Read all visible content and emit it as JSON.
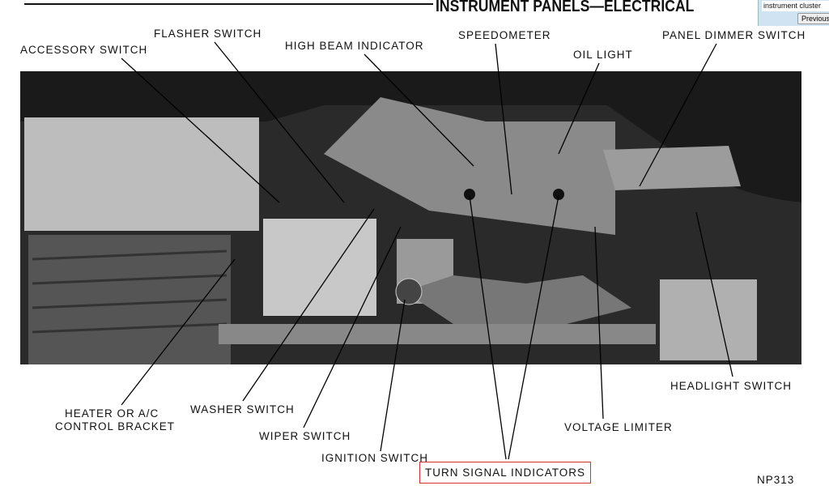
{
  "header": {
    "title": "INSTRUMENT PANELS—ELECTRICAL"
  },
  "find_bar": {
    "query": "instrument cluster",
    "previous_label": "Previous"
  },
  "labels": {
    "accessory_switch": "ACCESSORY SWITCH",
    "flasher_switch": "FLASHER SWITCH",
    "high_beam_indicator": "HIGH BEAM INDICATOR",
    "speedometer": "SPEEDOMETER",
    "oil_light": "OIL LIGHT",
    "panel_dimmer_switch": "PANEL DIMMER SWITCH",
    "headlight_switch": "HEADLIGHT SWITCH",
    "voltage_limiter": "VOLTAGE LIMITER",
    "turn_signal_indicators": "TURN SIGNAL INDICATORS",
    "ignition_switch": "IGNITION SWITCH",
    "wiper_switch": "WIPER SWITCH",
    "washer_switch": "WASHER SWITCH",
    "heater_line1": "HEATER OR A/C",
    "heater_line2": "CONTROL BRACKET"
  },
  "figure_id": "NP313",
  "highlight_color": "#d33333"
}
